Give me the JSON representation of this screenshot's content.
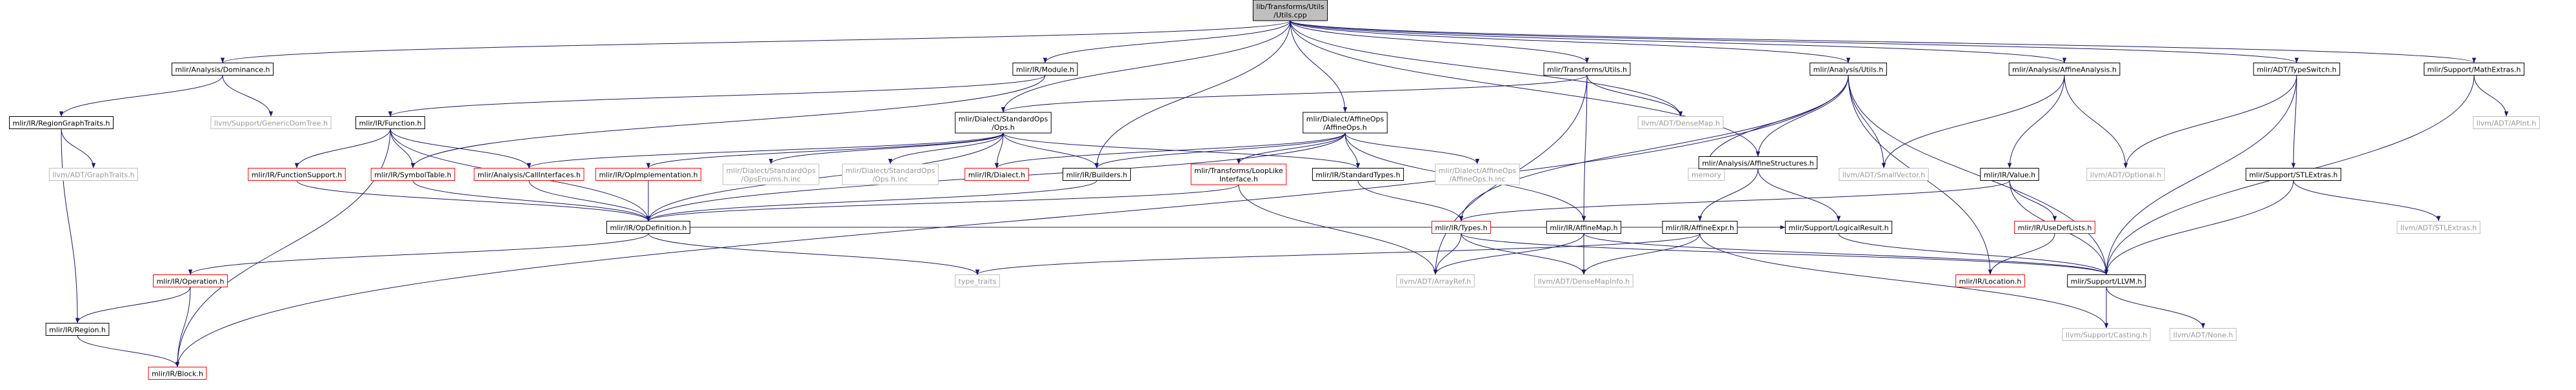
{
  "colors": {
    "edge": "#191970",
    "box_border": "#000000",
    "box_red": "#ff0000",
    "box_gray": "#bfbfbf",
    "root_fill": "#bfbfbf",
    "text_gray": "#999999"
  },
  "nodes": [
    {
      "id": "root",
      "lines": [
        "lib/Transforms/Utils",
        "/Utils.cpp"
      ],
      "style": "root"
    },
    {
      "id": "dominance",
      "lines": [
        "mlir/Analysis/Dominance.h"
      ],
      "style": "black"
    },
    {
      "id": "module",
      "lines": [
        "mlir/IR/Module.h"
      ],
      "style": "black"
    },
    {
      "id": "transforms_utils",
      "lines": [
        "mlir/Transforms/Utils.h"
      ],
      "style": "black"
    },
    {
      "id": "analysis_utils",
      "lines": [
        "mlir/Analysis/Utils.h"
      ],
      "style": "black"
    },
    {
      "id": "affine_analysis",
      "lines": [
        "mlir/Analysis/AffineAnalysis.h"
      ],
      "style": "black"
    },
    {
      "id": "type_switch",
      "lines": [
        "mlir/ADT/TypeSwitch.h"
      ],
      "style": "black"
    },
    {
      "id": "math_extras",
      "lines": [
        "mlir/Support/MathExtras.h"
      ],
      "style": "black"
    },
    {
      "id": "region_graph_traits",
      "lines": [
        "mlir/IR/RegionGraphTraits.h"
      ],
      "style": "black"
    },
    {
      "id": "generic_dom_tree",
      "lines": [
        "llvm/Support/GenericDomTree.h"
      ],
      "style": "gray"
    },
    {
      "id": "function",
      "lines": [
        "mlir/IR/Function.h"
      ],
      "style": "black"
    },
    {
      "id": "standard_ops",
      "lines": [
        "mlir/Dialect/StandardOps",
        "/Ops.h"
      ],
      "style": "black"
    },
    {
      "id": "affine_ops",
      "lines": [
        "mlir/Dialect/AffineOps",
        "/AffineOps.h"
      ],
      "style": "black"
    },
    {
      "id": "dense_map",
      "lines": [
        "llvm/ADT/DenseMap.h"
      ],
      "style": "gray"
    },
    {
      "id": "apint",
      "lines": [
        "llvm/ADT/APInt.h"
      ],
      "style": "gray"
    },
    {
      "id": "graph_traits",
      "lines": [
        "llvm/ADT/GraphTraits.h"
      ],
      "style": "gray"
    },
    {
      "id": "function_support",
      "lines": [
        "mlir/IR/FunctionSupport.h"
      ],
      "style": "red"
    },
    {
      "id": "symbol_table",
      "lines": [
        "mlir/IR/SymbolTable.h"
      ],
      "style": "red"
    },
    {
      "id": "call_interfaces",
      "lines": [
        "mlir/Analysis/CallInterfaces.h"
      ],
      "style": "red"
    },
    {
      "id": "op_implementation",
      "lines": [
        "mlir/IR/OpImplementation.h"
      ],
      "style": "red"
    },
    {
      "id": "ops_enums_inc",
      "lines": [
        "mlir/Dialect/StandardOps",
        "/OpsEnums.h.inc"
      ],
      "style": "gray"
    },
    {
      "id": "ops_h_inc",
      "lines": [
        "mlir/Dialect/StandardOps",
        "/Ops.h.inc"
      ],
      "style": "gray"
    },
    {
      "id": "dialect",
      "lines": [
        "mlir/IR/Dialect.h"
      ],
      "style": "red"
    },
    {
      "id": "builders",
      "lines": [
        "mlir/IR/Builders.h"
      ],
      "style": "black"
    },
    {
      "id": "loop_like",
      "lines": [
        "mlir/Transforms/LoopLike",
        "Interface.h"
      ],
      "style": "red"
    },
    {
      "id": "standard_types",
      "lines": [
        "mlir/IR/StandardTypes.h"
      ],
      "style": "black"
    },
    {
      "id": "affine_ops_inc",
      "lines": [
        "mlir/Dialect/AffineOps",
        "/AffineOps.h.inc"
      ],
      "style": "gray"
    },
    {
      "id": "memory",
      "lines": [
        "memory"
      ],
      "style": "gray"
    },
    {
      "id": "small_vector",
      "lines": [
        "llvm/ADT/SmallVector.h"
      ],
      "style": "gray"
    },
    {
      "id": "affine_structures",
      "lines": [
        "mlir/Analysis/AffineStructures.h"
      ],
      "style": "black"
    },
    {
      "id": "value",
      "lines": [
        "mlir/IR/Value.h"
      ],
      "style": "black"
    },
    {
      "id": "optional",
      "lines": [
        "llvm/ADT/Optional.h"
      ],
      "style": "gray"
    },
    {
      "id": "stl_extras_support",
      "lines": [
        "mlir/Support/STLExtras.h"
      ],
      "style": "black"
    },
    {
      "id": "op_definition",
      "lines": [
        "mlir/IR/OpDefinition.h"
      ],
      "style": "black"
    },
    {
      "id": "types",
      "lines": [
        "mlir/IR/Types.h"
      ],
      "style": "red"
    },
    {
      "id": "affine_map",
      "lines": [
        "mlir/IR/AffineMap.h"
      ],
      "style": "black"
    },
    {
      "id": "affine_expr",
      "lines": [
        "mlir/IR/AffineExpr.h"
      ],
      "style": "black"
    },
    {
      "id": "logical_result",
      "lines": [
        "mlir/Support/LogicalResult.h"
      ],
      "style": "black"
    },
    {
      "id": "use_def_lists",
      "lines": [
        "mlir/IR/UseDefLists.h"
      ],
      "style": "red"
    },
    {
      "id": "llvm_stl_extras",
      "lines": [
        "llvm/ADT/STLExtras.h"
      ],
      "style": "gray"
    },
    {
      "id": "operation",
      "lines": [
        "mlir/IR/Operation.h"
      ],
      "style": "red"
    },
    {
      "id": "type_traits",
      "lines": [
        "type_traits"
      ],
      "style": "gray"
    },
    {
      "id": "array_ref",
      "lines": [
        "llvm/ADT/ArrayRef.h"
      ],
      "style": "gray"
    },
    {
      "id": "dense_map_info",
      "lines": [
        "llvm/ADT/DenseMapInfo.h"
      ],
      "style": "gray"
    },
    {
      "id": "location",
      "lines": [
        "mlir/IR/Location.h"
      ],
      "style": "red"
    },
    {
      "id": "support_llvm",
      "lines": [
        "mlir/Support/LLVM.h"
      ],
      "style": "black"
    },
    {
      "id": "region",
      "lines": [
        "mlir/IR/Region.h"
      ],
      "style": "black"
    },
    {
      "id": "casting",
      "lines": [
        "llvm/Support/Casting.h"
      ],
      "style": "gray"
    },
    {
      "id": "none",
      "lines": [
        "llvm/ADT/None.h"
      ],
      "style": "gray"
    },
    {
      "id": "block",
      "lines": [
        "mlir/IR/Block.h"
      ],
      "style": "red"
    }
  ],
  "edges": [
    [
      "root",
      "dominance"
    ],
    [
      "root",
      "module"
    ],
    [
      "root",
      "transforms_utils"
    ],
    [
      "root",
      "analysis_utils"
    ],
    [
      "root",
      "affine_analysis"
    ],
    [
      "root",
      "type_switch"
    ],
    [
      "root",
      "math_extras"
    ],
    [
      "root",
      "standard_ops"
    ],
    [
      "root",
      "affine_ops"
    ],
    [
      "root",
      "dense_map"
    ],
    [
      "root",
      "builders"
    ],
    [
      "root",
      "affine_structures"
    ],
    [
      "dominance",
      "region_graph_traits"
    ],
    [
      "dominance",
      "generic_dom_tree"
    ],
    [
      "region_graph_traits",
      "graph_traits"
    ],
    [
      "region_graph_traits",
      "region"
    ],
    [
      "module",
      "function"
    ],
    [
      "module",
      "symbol_table"
    ],
    [
      "function",
      "function_support"
    ],
    [
      "function",
      "symbol_table"
    ],
    [
      "function",
      "call_interfaces"
    ],
    [
      "function",
      "op_definition"
    ],
    [
      "function",
      "block"
    ],
    [
      "standard_ops",
      "call_interfaces"
    ],
    [
      "standard_ops",
      "op_implementation"
    ],
    [
      "standard_ops",
      "ops_enums_inc"
    ],
    [
      "standard_ops",
      "ops_h_inc"
    ],
    [
      "standard_ops",
      "dialect"
    ],
    [
      "standard_ops",
      "builders"
    ],
    [
      "standard_ops",
      "standard_types"
    ],
    [
      "standard_ops",
      "op_definition"
    ],
    [
      "affine_ops",
      "dialect"
    ],
    [
      "affine_ops",
      "builders"
    ],
    [
      "affine_ops",
      "loop_like"
    ],
    [
      "affine_ops",
      "standard_types"
    ],
    [
      "affine_ops",
      "affine_ops_inc"
    ],
    [
      "affine_ops",
      "op_definition"
    ],
    [
      "affine_ops",
      "affine_map"
    ],
    [
      "transforms_utils",
      "standard_ops"
    ],
    [
      "transforms_utils",
      "dense_map"
    ],
    [
      "transforms_utils",
      "affine_map"
    ],
    [
      "transforms_utils",
      "array_ref"
    ],
    [
      "analysis_utils",
      "affine_structures"
    ],
    [
      "analysis_utils",
      "memory"
    ],
    [
      "analysis_utils",
      "small_vector"
    ],
    [
      "analysis_utils",
      "location"
    ],
    [
      "analysis_utils",
      "support_llvm"
    ],
    [
      "analysis_utils",
      "block"
    ],
    [
      "analysis_utils",
      "types"
    ],
    [
      "affine_analysis",
      "small_vector"
    ],
    [
      "affine_analysis",
      "value"
    ],
    [
      "affine_analysis",
      "optional"
    ],
    [
      "type_switch",
      "optional"
    ],
    [
      "type_switch",
      "stl_extras_support"
    ],
    [
      "type_switch",
      "support_llvm"
    ],
    [
      "math_extras",
      "apint"
    ],
    [
      "math_extras",
      "support_llvm"
    ],
    [
      "function_support",
      "op_definition"
    ],
    [
      "symbol_table",
      "op_definition"
    ],
    [
      "call_interfaces",
      "op_definition"
    ],
    [
      "op_implementation",
      "op_definition"
    ],
    [
      "builders",
      "op_definition"
    ],
    [
      "loop_like",
      "op_definition"
    ],
    [
      "loop_like",
      "array_ref"
    ],
    [
      "standard_types",
      "types"
    ],
    [
      "affine_structures",
      "affine_expr"
    ],
    [
      "affine_structures",
      "logical_result"
    ],
    [
      "value",
      "types"
    ],
    [
      "value",
      "use_def_lists"
    ],
    [
      "value",
      "support_llvm"
    ],
    [
      "stl_extras_support",
      "llvm_stl_extras"
    ],
    [
      "stl_extras_support",
      "support_llvm"
    ],
    [
      "op_definition",
      "operation"
    ],
    [
      "op_definition",
      "type_traits"
    ],
    [
      "op_definition",
      "logical_result"
    ],
    [
      "types",
      "array_ref"
    ],
    [
      "types",
      "dense_map_info"
    ],
    [
      "types",
      "support_llvm"
    ],
    [
      "affine_map",
      "array_ref"
    ],
    [
      "affine_map",
      "dense_map_info"
    ],
    [
      "affine_map",
      "support_llvm"
    ],
    [
      "affine_expr",
      "type_traits"
    ],
    [
      "affine_expr",
      "dense_map_info"
    ],
    [
      "affine_expr",
      "casting"
    ],
    [
      "logical_result",
      "support_llvm"
    ],
    [
      "use_def_lists",
      "location"
    ],
    [
      "operation",
      "region"
    ],
    [
      "operation",
      "block"
    ],
    [
      "region",
      "block"
    ],
    [
      "support_llvm",
      "casting"
    ],
    [
      "support_llvm",
      "none"
    ]
  ]
}
